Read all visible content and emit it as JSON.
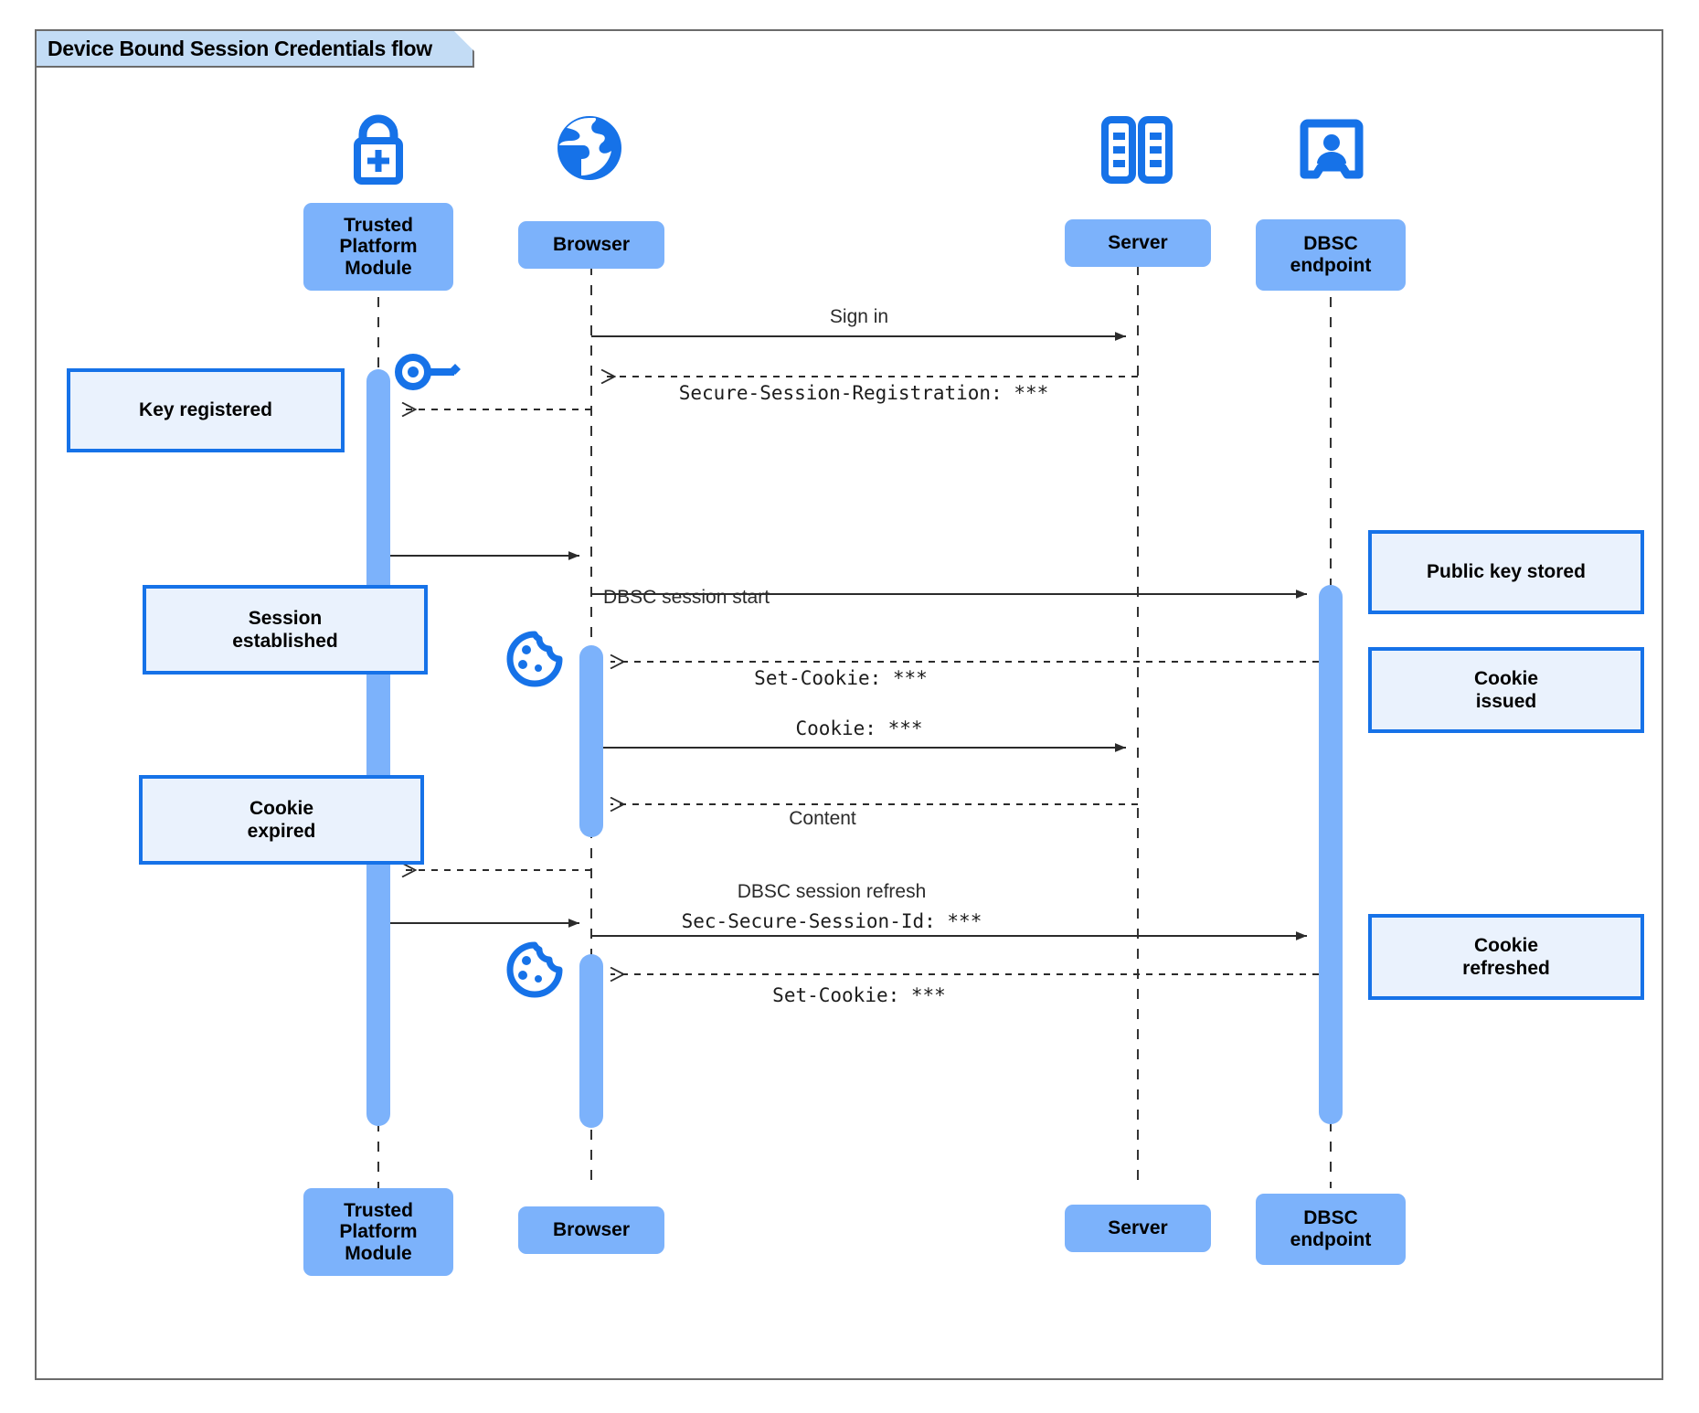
{
  "diagram": {
    "title": "Device Bound Session Credentials flow",
    "type": "uml-sequence-diagram",
    "colors": {
      "participant_fill": "#7cb2fb",
      "note_fill": "#eaf2fd",
      "note_border": "#1672e8",
      "icon_blue": "#1672e8",
      "activation_fill": "#7cb2fb",
      "frame_border": "#6b6b6b",
      "title_fill": "#c3dcf5",
      "line_color": "#2b2b2b"
    },
    "participants": [
      {
        "id": "tpm",
        "label": "Trusted\nPlatform\nModule",
        "label_lines": [
          "Trusted",
          "Platform",
          "Module"
        ],
        "icon": "padlock-plus-icon"
      },
      {
        "id": "browser",
        "label": "Browser",
        "label_lines": [
          "Browser"
        ],
        "icon": "globe-icon"
      },
      {
        "id": "server",
        "label": "Server",
        "label_lines": [
          "Server"
        ],
        "icon": "server-racks-icon"
      },
      {
        "id": "dbsc",
        "label": "DBSC\nendpoint",
        "label_lines": [
          "DBSC",
          "endpoint"
        ],
        "icon": "id-badge-icon"
      }
    ],
    "messages": [
      {
        "n": 1,
        "from": "browser",
        "to": "server",
        "label": "Sign in",
        "style": "solid",
        "font": "sans"
      },
      {
        "n": 2,
        "from": "server",
        "to": "browser",
        "label": "Secure-Session-Registration: ***",
        "style": "dashed",
        "font": "mono"
      },
      {
        "n": 3,
        "from": "browser",
        "to": "tpm",
        "label": "",
        "style": "dashed",
        "font": "mono"
      },
      {
        "n": 4,
        "from": "tpm",
        "to": "browser",
        "label": "",
        "style": "solid",
        "font": "sans"
      },
      {
        "n": 5,
        "from": "browser",
        "to": "dbsc",
        "label": "DBSC session start",
        "style": "solid",
        "font": "sans"
      },
      {
        "n": 6,
        "from": "dbsc",
        "to": "browser",
        "label": "Set-Cookie: ***",
        "style": "dashed",
        "font": "mono"
      },
      {
        "n": 7,
        "from": "browser",
        "to": "server",
        "label": "Cookie: ***",
        "style": "solid",
        "font": "mono"
      },
      {
        "n": 8,
        "from": "server",
        "to": "browser",
        "label": "Content",
        "style": "dashed",
        "font": "sans"
      },
      {
        "n": 9,
        "from": "browser",
        "to": "tpm",
        "label": "",
        "style": "dashed",
        "font": "sans"
      },
      {
        "n": 10,
        "from": "tpm",
        "to": "browser",
        "label": "",
        "style": "solid",
        "font": "sans"
      },
      {
        "n": 11,
        "from": "browser",
        "to": "dbsc",
        "label": "DBSC session refresh",
        "label2": "Sec-Secure-Session-Id: ***",
        "style": "solid",
        "font": "sans"
      },
      {
        "n": 12,
        "from": "dbsc",
        "to": "browser",
        "label": "Set-Cookie: ***",
        "style": "dashed",
        "font": "mono"
      }
    ],
    "notes": [
      {
        "id": "key-registered",
        "side": "left",
        "lines": [
          "Key registered"
        ],
        "text": "Key registered"
      },
      {
        "id": "session-established",
        "side": "left",
        "lines": [
          "Session",
          "established"
        ],
        "text": "Session established"
      },
      {
        "id": "cookie-expired",
        "side": "left",
        "lines": [
          "Cookie",
          "expired"
        ],
        "text": "Cookie expired"
      },
      {
        "id": "public-key-stored",
        "side": "right",
        "lines": [
          "Public key stored"
        ],
        "text": "Public key stored"
      },
      {
        "id": "cookie-issued",
        "side": "right",
        "lines": [
          "Cookie",
          "issued"
        ],
        "text": "Cookie issued"
      },
      {
        "id": "cookie-refreshed",
        "side": "right",
        "lines": [
          "Cookie",
          "refreshed"
        ],
        "text": "Cookie refreshed"
      }
    ],
    "inline_icons": [
      {
        "id": "key-icon",
        "name": "key-icon",
        "near": "tpm"
      },
      {
        "id": "cookie-icon-1",
        "name": "cookie-icon",
        "near": "browser"
      },
      {
        "id": "cookie-icon-2",
        "name": "cookie-icon",
        "near": "browser"
      }
    ]
  }
}
